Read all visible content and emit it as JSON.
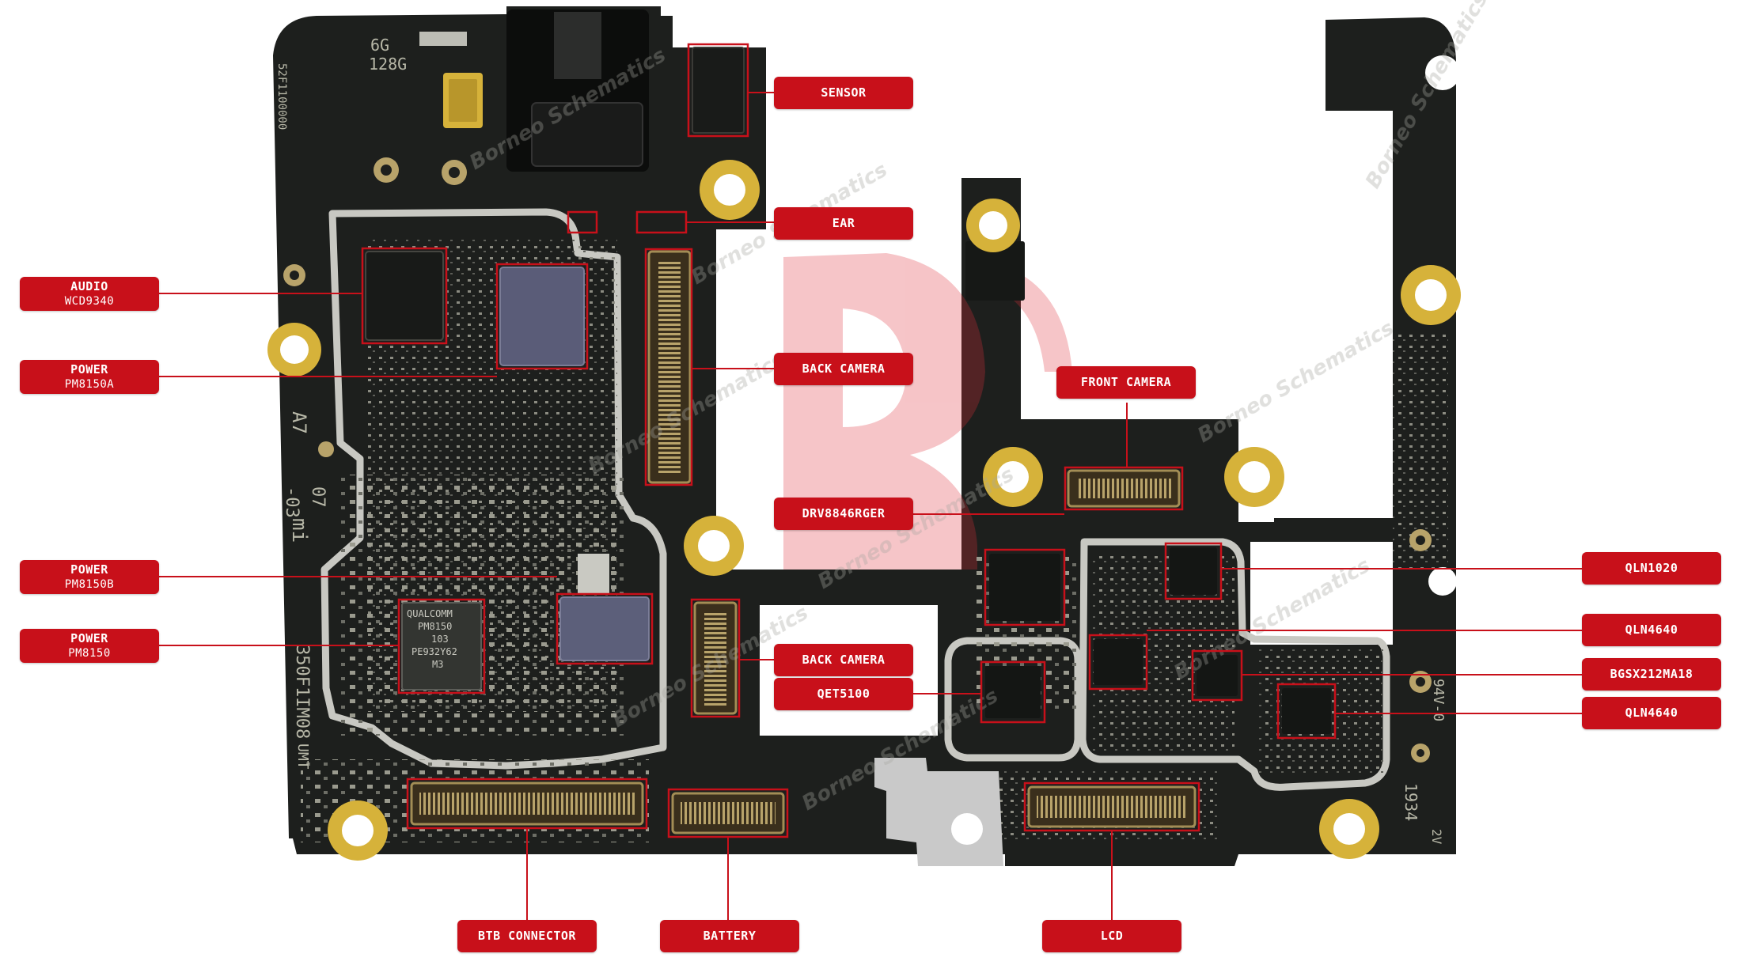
{
  "labels": {
    "sensor": "SENSOR",
    "ear": "EAR",
    "audio": "AUDIO",
    "audio_chip": "WCD9340",
    "power_a": "POWER",
    "power_a_chip": "PM8150A",
    "back_camera_top": "BACK CAMERA",
    "front_camera": "FRONT CAMERA",
    "drv": "DRV8846RGER",
    "power_b": "POWER",
    "power_b_chip": "PM8150B",
    "power_c": "POWER",
    "power_c_chip": "PM8150",
    "back_camera_bottom": "BACK CAMERA",
    "qet": "QET5100",
    "qln1020": "QLN1020",
    "qln4640_a": "QLN4640",
    "bgsx": "BGSX212MA18",
    "qln4640_b": "QLN4640",
    "btb": "BTB CONNECTOR",
    "battery": "BATTERY",
    "lcd": "LCD"
  },
  "silkscreen": {
    "ram_rom_1": "6G",
    "ram_rom_2": "128G",
    "board_code_a": "A7",
    "board_code_b": "07",
    "board_code_c": "-03",
    "brand": "mi",
    "part_no": "350F1IM08",
    "umt": "UMT",
    "side_code": "52F1100000",
    "year_code": "1934",
    "v94": "94V-0",
    "v2": "2V",
    "pmic_1": "QUALCOMM",
    "pmic_2": "PM8150",
    "pmic_3": "103",
    "pmic_4": "PE932Y62",
    "pmic_5": "M3"
  },
  "watermark": "Borneo Schematics",
  "colors": {
    "label_bg": "#c8101a",
    "board": "#1d1f1d",
    "gold": "#d6b23a",
    "shield": "#c9c9c9",
    "leader": "#c8101a"
  }
}
